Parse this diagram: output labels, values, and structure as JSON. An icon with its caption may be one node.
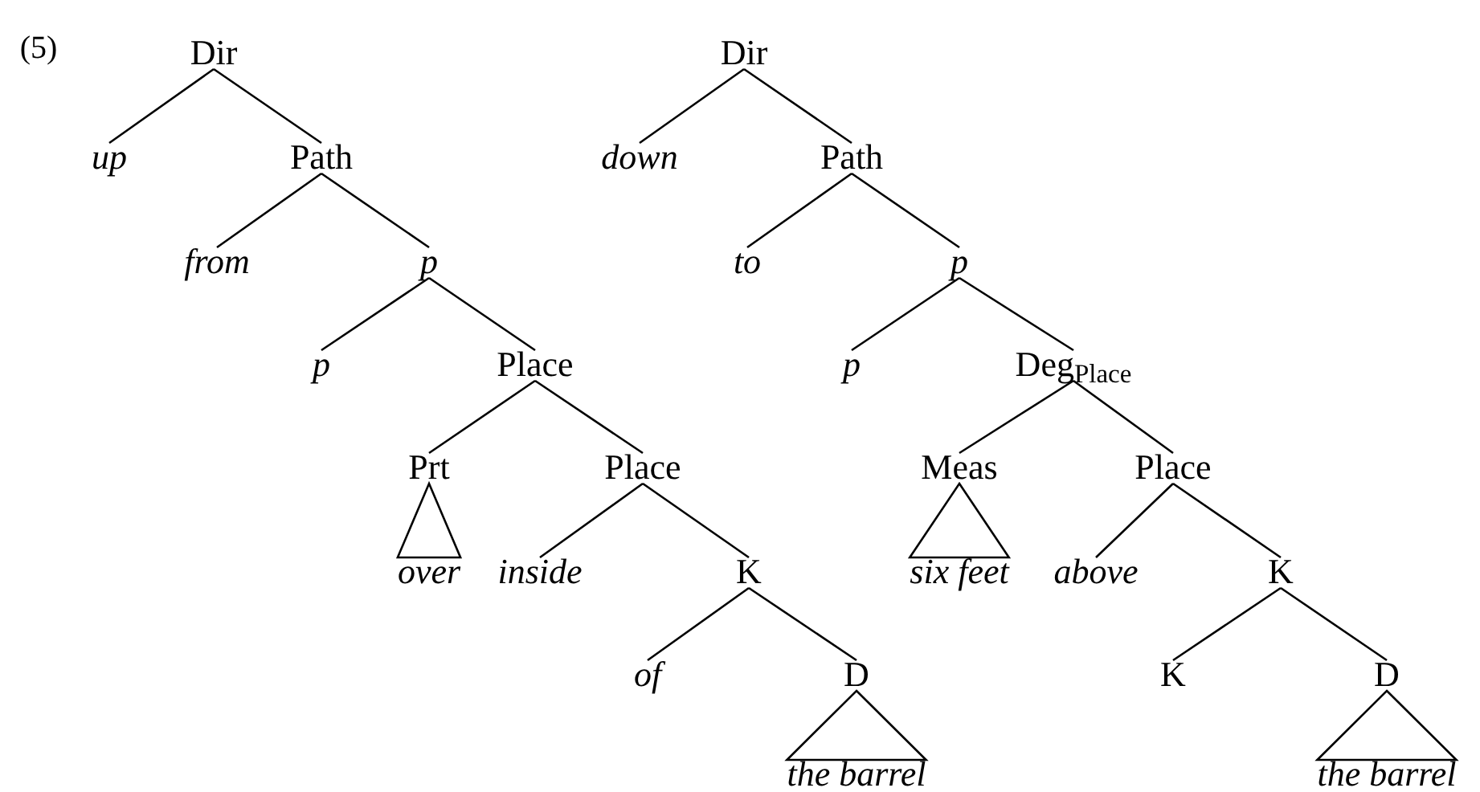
{
  "diagram": {
    "nodes": [
      {
        "text": [
          "Dir"
        ]
      },
      {
        "text": [
          "up"
        ]
      },
      {
        "text": [
          "Path"
        ]
      },
      {
        "text": [
          "from"
        ]
      },
      {
        "text": [
          "p"
        ]
      },
      {
        "text": [
          "p"
        ]
      },
      {
        "text": [
          "Place"
        ]
      },
      {
        "text": [
          "Prt"
        ]
      },
      {
        "text": [
          "Place"
        ]
      },
      {
        "text": [
          "over"
        ]
      },
      {
        "text": [
          "inside"
        ]
      },
      {
        "text": [
          "K"
        ]
      },
      {
        "text": [
          "of"
        ]
      },
      {
        "text": [
          "D"
        ]
      },
      {
        "text": [
          "the barrel"
        ]
      },
      {
        "text": [
          "Dir"
        ]
      },
      {
        "text": [
          "down"
        ]
      },
      {
        "text": [
          "Path"
        ]
      },
      {
        "text": [
          "to"
        ]
      },
      {
        "text": [
          "p"
        ]
      },
      {
        "text": [
          "p"
        ]
      },
      {
        "text": [
          "Deg$_{Place}$"
        ]
      },
      {
        "text": [
          "Meas"
        ]
      },
      {
        "text": [
          "Place"
        ]
      },
      {
        "text": [
          "six feet"
        ]
      },
      {
        "text": [
          "above"
        ]
      },
      {
        "text": [
          "K"
        ]
      },
      {
        "text": [
          "K"
        ]
      },
      {
        "text": [
          "D"
        ]
      },
      {
        "text": [
          "the barrel"
        ]
      }
    ],
    "edges": [
      {
        "from": 0,
        "to": 1,
        "arrow": "none"
      },
      {
        "from": 0,
        "to": 2,
        "arrow": "none"
      },
      {
        "from": 2,
        "to": 3,
        "arrow": "none"
      },
      {
        "from": 2,
        "to": 4,
        "arrow": "none"
      },
      {
        "from": 4,
        "to": 5,
        "arrow": "none"
      },
      {
        "from": 4,
        "to": 6,
        "arrow": "none"
      },
      {
        "from": 6,
        "to": 7,
        "arrow": "none"
      },
      {
        "from": 6,
        "to": 8,
        "arrow": "none"
      },
      {
        "from": 7,
        "to": 9,
        "arrow": "none"
      },
      {
        "from": 8,
        "to": 10,
        "arrow": "none"
      },
      {
        "from": 8,
        "to": 11,
        "arrow": "none"
      },
      {
        "from": 11,
        "to": 12,
        "arrow": "none"
      },
      {
        "from": 11,
        "to": 13,
        "arrow": "none"
      },
      {
        "from": 13,
        "to": 14,
        "arrow": "none"
      },
      {
        "from": 15,
        "to": 16,
        "arrow": "none"
      },
      {
        "from": 15,
        "to": 17,
        "arrow": "none"
      },
      {
        "from": 17,
        "to": 18,
        "arrow": "none"
      },
      {
        "from": 17,
        "to": 19,
        "arrow": "none"
      },
      {
        "from": 19,
        "to": 20,
        "arrow": "none"
      },
      {
        "from": 19,
        "to": 21,
        "arrow": "none"
      },
      {
        "from": 21,
        "to": 22,
        "arrow": "none"
      },
      {
        "from": 21,
        "to": 23,
        "arrow": "none"
      },
      {
        "from": 22,
        "to": 24,
        "arrow": "none"
      },
      {
        "from": 23,
        "to": 25,
        "arrow": "none"
      },
      {
        "from": 23,
        "to": 26,
        "arrow": "none"
      },
      {
        "from": 26,
        "to": 27,
        "arrow": "none"
      },
      {
        "from": 26,
        "to": 28,
        "arrow": "none"
      },
      {
        "from": 28,
        "to": 29,
        "arrow": "none"
      }
    ],
    "labels": [
      "(5)"
    ]
  }
}
